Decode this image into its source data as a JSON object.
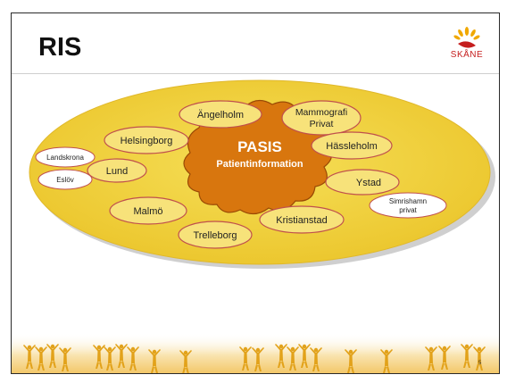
{
  "slide": {
    "title": "RIS",
    "page_number": "5"
  },
  "logo": {
    "text": "SKÅNE"
  },
  "diagram": {
    "center_title": "PASIS",
    "center_subtitle": "Patientinformation",
    "nodes": [
      {
        "key": "angelholm",
        "lines": [
          "Ängelholm"
        ]
      },
      {
        "key": "mammografi",
        "lines": [
          "Mammografi",
          "Privat"
        ]
      },
      {
        "key": "helsingborg",
        "lines": [
          "Helsingborg"
        ]
      },
      {
        "key": "hassleholm",
        "lines": [
          "Hässleholm"
        ]
      },
      {
        "key": "landskrona",
        "lines": [
          "Landskrona"
        ]
      },
      {
        "key": "lund",
        "lines": [
          "Lund"
        ]
      },
      {
        "key": "eslov",
        "lines": [
          "Eslöv"
        ]
      },
      {
        "key": "ystad",
        "lines": [
          "Ystad"
        ]
      },
      {
        "key": "simrishamn",
        "lines": [
          "Simrishamn",
          "privat"
        ]
      },
      {
        "key": "malmo",
        "lines": [
          "Malmö"
        ]
      },
      {
        "key": "kristianstad",
        "lines": [
          "Kristianstad"
        ]
      },
      {
        "key": "trelleborg",
        "lines": [
          "Trelleborg"
        ]
      }
    ]
  },
  "colors": {
    "big_ellipse": "#f2d64a",
    "node_fill": "#f7e27a",
    "node_stroke": "#c0504d",
    "small_node_fill": "#ffffff",
    "cloud_fill": "#d8760e",
    "cloud_stroke": "#9a4a05",
    "footer_band": "#f3c86a",
    "figures": "#e2a21a"
  }
}
